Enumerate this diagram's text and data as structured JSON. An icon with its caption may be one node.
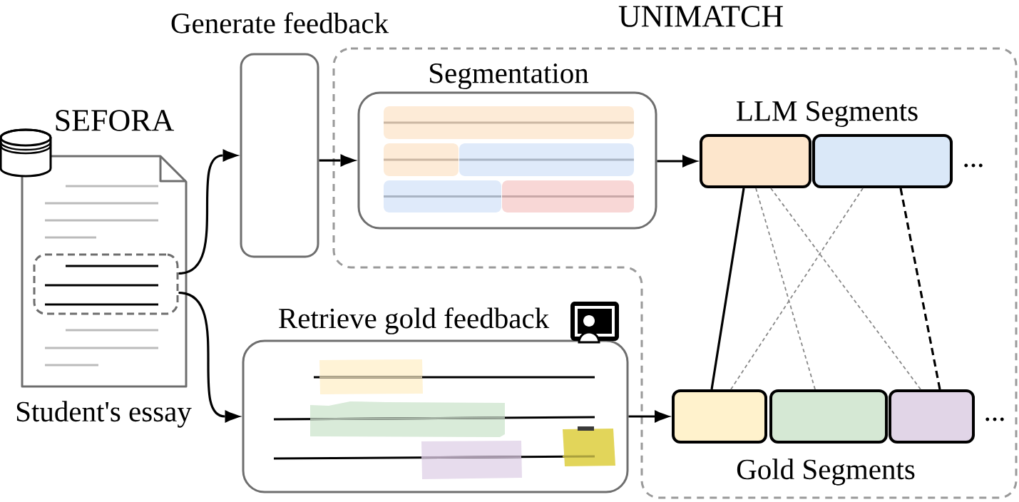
{
  "diagram": {
    "nodes": [
      {
        "text": [],
        "shape": "document",
        "beside": [
          "Student's essay"
        ]
      },
      {
        "text": [],
        "shape": "box",
        "in": 0
      },
      {
        "text": [
          "Generate feedback"
        ]
      },
      {
        "text": [
          "UNIMATCH"
        ]
      },
      {
        "text": [
          "Segmentation"
        ],
        "in": 3
      },
      {
        "text": [],
        "shape": "box",
        "in": 3
      },
      {
        "text": [],
        "shape": "box",
        "in": 3
      },
      {
        "text": [
          "Retrieve gold feedback"
        ]
      },
      {
        "text": [],
        "shape": "box",
        "in": 3
      },
      {
        "text": [],
        "shape": "box",
        "in": 3
      },
      {
        "text": [],
        "shape": "box",
        "in": 3
      }
    ],
    "edges": [
      {
        "from": 1,
        "to": 2,
        "arrow": "to"
      },
      {
        "from": 1,
        "to": 7,
        "arrow": "to"
      },
      {
        "from": 2,
        "to": 4,
        "arrow": "to"
      },
      {
        "from": 4,
        "to": 5,
        "arrow": "to"
      },
      {
        "from": 7,
        "to": 8,
        "arrow": "to"
      },
      {
        "from": 5,
        "to": 8,
        "arrow": "none"
      },
      {
        "from": 5,
        "to": 9,
        "arrow": "none",
        "style": "dashed",
        "color": "#888888"
      },
      {
        "from": 5,
        "to": 10,
        "arrow": "none",
        "style": "dashed",
        "color": "#888888"
      },
      {
        "from": 6,
        "to": 8,
        "arrow": "none",
        "style": "dashed",
        "color": "#888888"
      },
      {
        "from": 6,
        "to": 10,
        "arrow": "none",
        "style": "dashed"
      }
    ],
    "labels": [
      "SEFORA",
      "LLM Segments",
      "...",
      "...",
      "Gold Segments"
    ]
  }
}
